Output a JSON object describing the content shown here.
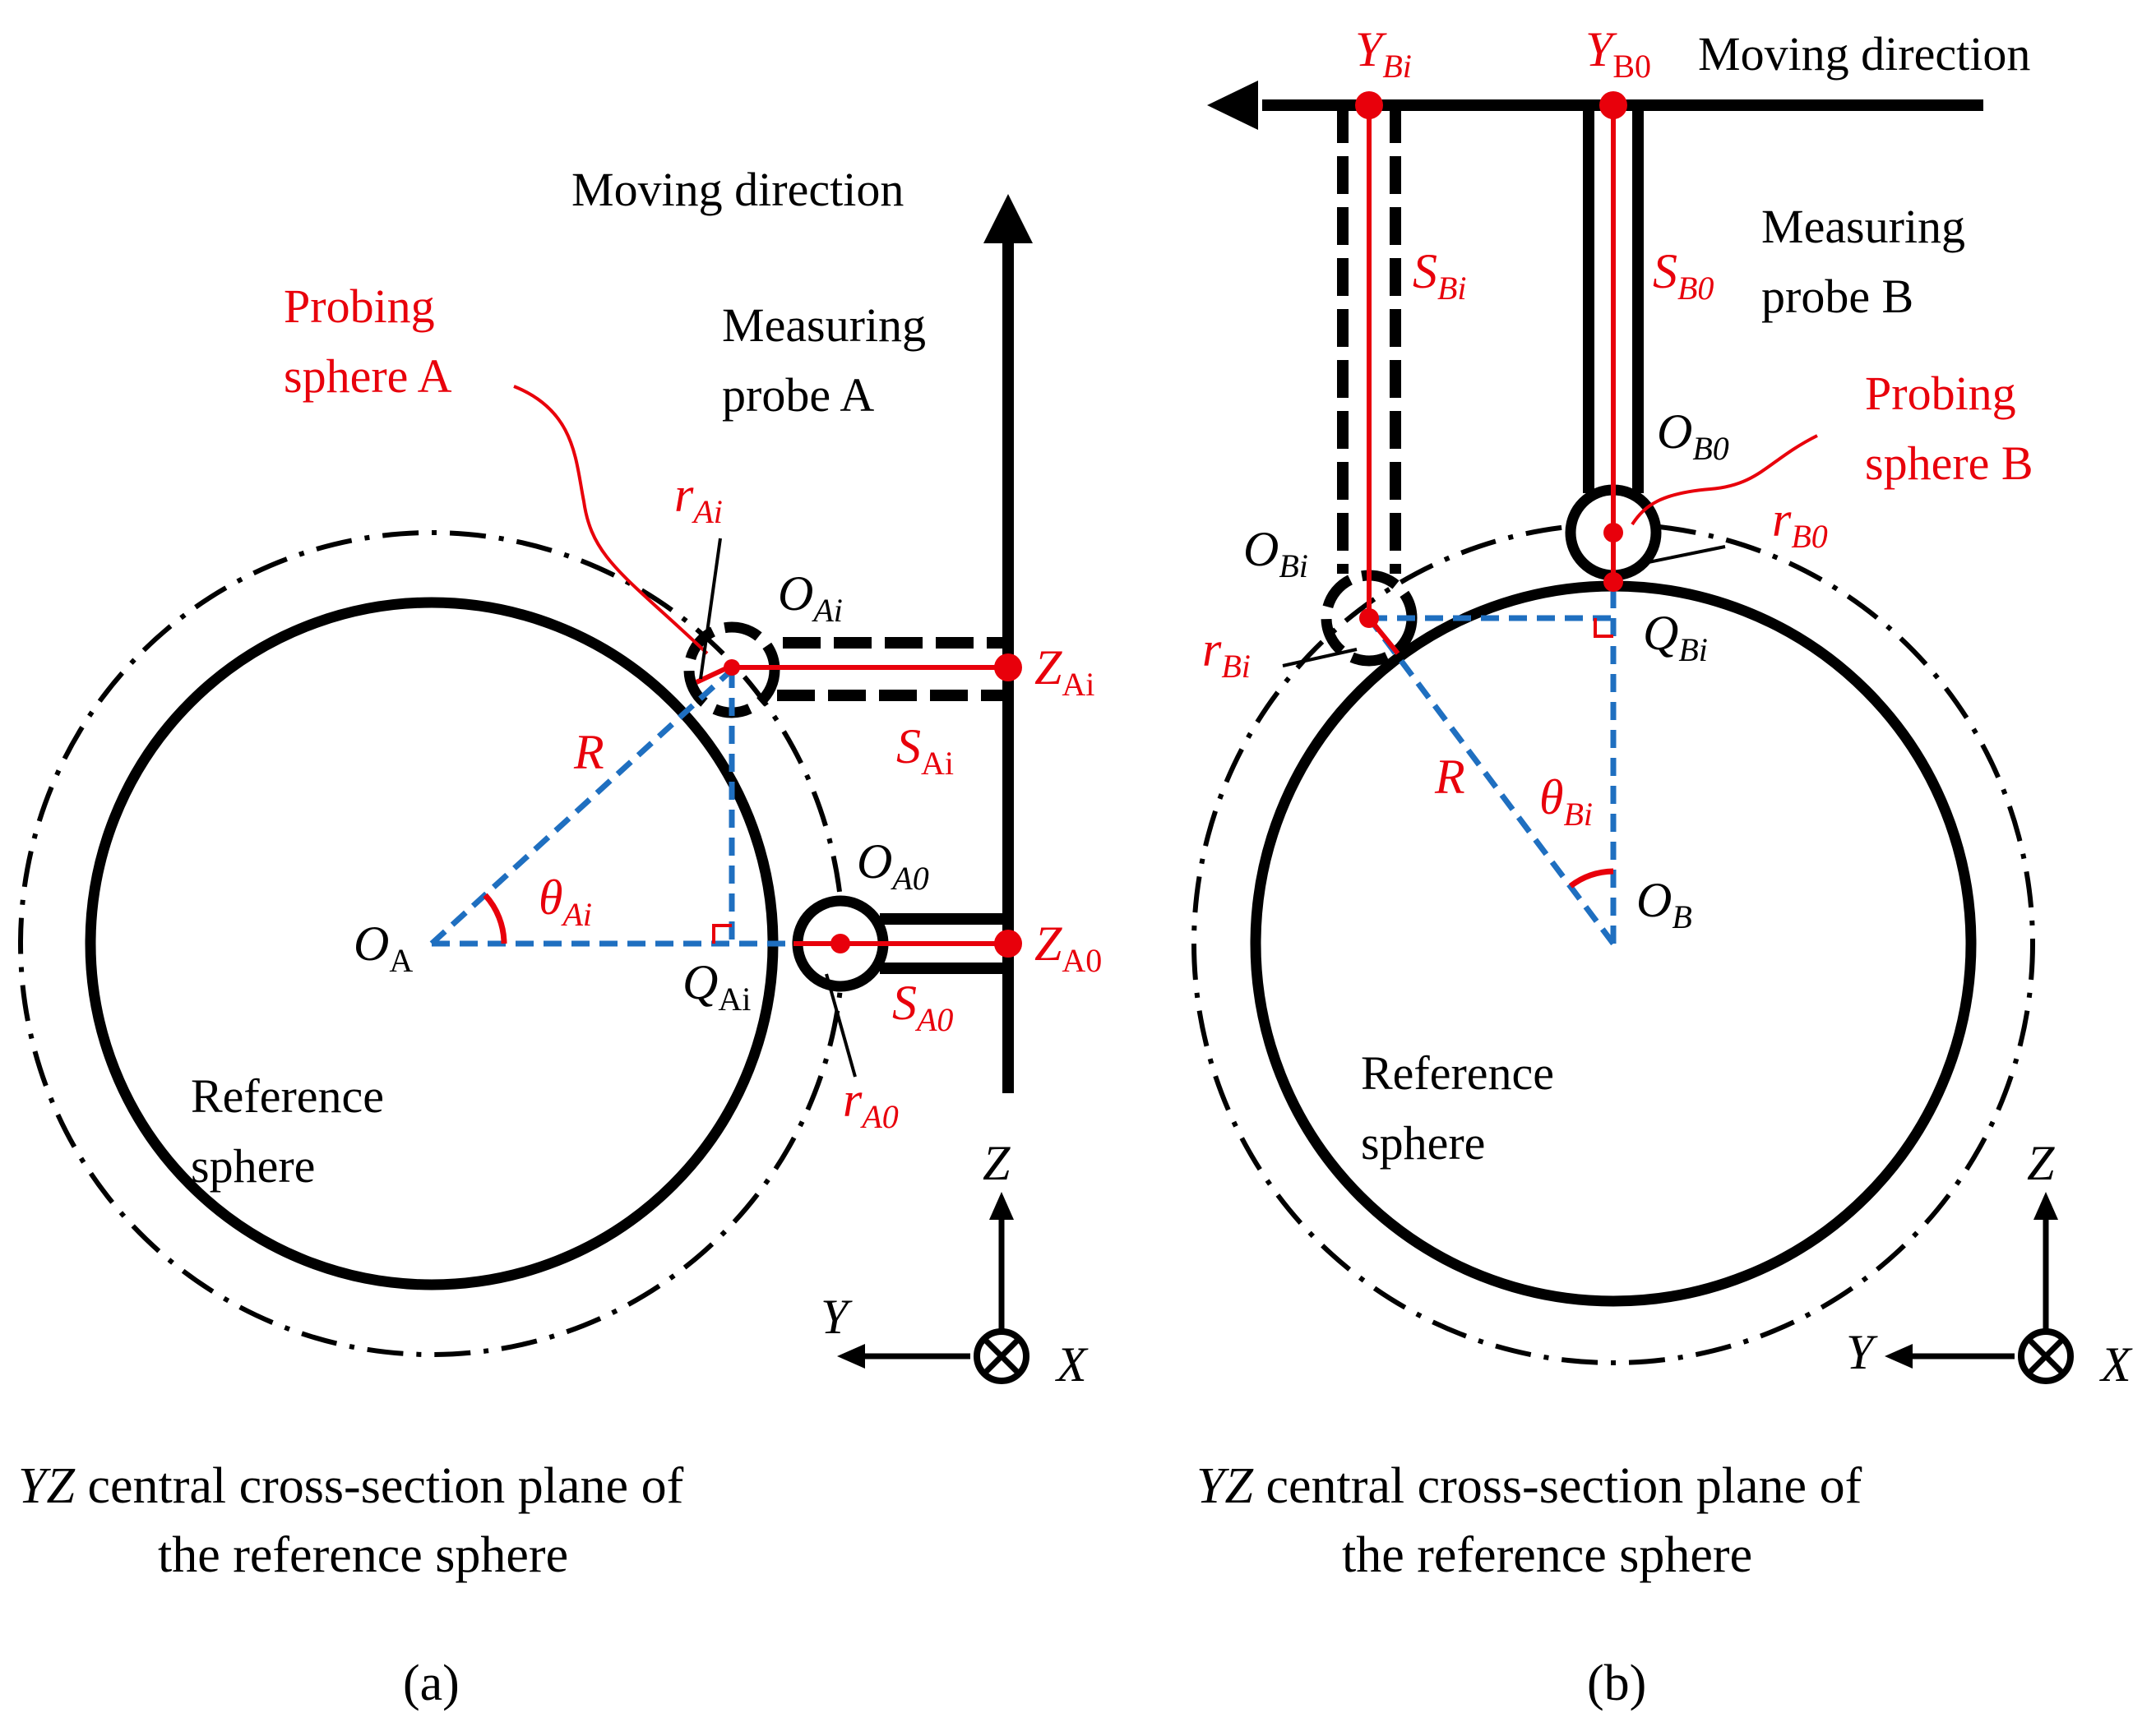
{
  "panel_a": {
    "moving_direction": "Moving direction",
    "probe_label_1": "Measuring",
    "probe_label_2": "probe A",
    "sphere_label_1": "Probing",
    "sphere_label_2": "sphere A",
    "ref_label_1": "Reference",
    "ref_label_2": "sphere",
    "sym": {
      "r_Ai": {
        "main": "r",
        "sub": "Ai"
      },
      "O_Ai": {
        "main": "O",
        "sub": "Ai"
      },
      "Z_Ai": {
        "main": "Z",
        "sub": "Ai"
      },
      "S_Ai": {
        "main": "S",
        "sub": "Ai"
      },
      "R": "R",
      "theta_Ai": {
        "main": "θ",
        "sub": "Ai"
      },
      "O_A": {
        "main": "O",
        "sub": "A"
      },
      "Q_Ai": {
        "main": "Q",
        "sub": "Ai"
      },
      "O_A0": {
        "main": "O",
        "sub": "A0"
      },
      "Z_A0": {
        "main": "Z",
        "sub": "A0"
      },
      "S_A0": {
        "main": "S",
        "sub": "A0"
      },
      "r_A0": {
        "main": "r",
        "sub": "A0"
      }
    },
    "axes": {
      "z": "Z",
      "y": "Y",
      "x": "X"
    },
    "caption_italic": "YZ",
    "caption_line1": " central cross-section plane of",
    "caption_line2": "the reference sphere",
    "panel_tag": "(a)"
  },
  "panel_b": {
    "moving_direction": "Moving direction",
    "probe_label_1": "Measuring",
    "probe_label_2": "probe B",
    "sphere_label_1": "Probing",
    "sphere_label_2": "sphere B",
    "ref_label_1": "Reference",
    "ref_label_2": "sphere",
    "sym": {
      "Y_Bi": {
        "main": "Y",
        "sub": "Bi"
      },
      "Y_B0": {
        "main": "Y",
        "sub": "B0"
      },
      "S_Bi": {
        "main": "S",
        "sub": "Bi"
      },
      "S_B0": {
        "main": "S",
        "sub": "B0"
      },
      "O_B0": {
        "main": "O",
        "sub": "B0"
      },
      "r_B0": {
        "main": "r",
        "sub": "B0"
      },
      "O_Bi": {
        "main": "O",
        "sub": "Bi"
      },
      "r_Bi": {
        "main": "r",
        "sub": "Bi"
      },
      "Q_Bi": {
        "main": "Q",
        "sub": "Bi"
      },
      "R": "R",
      "theta_Bi": {
        "main": "θ",
        "sub": "Bi"
      },
      "O_B": {
        "main": "O",
        "sub": "B"
      }
    },
    "axes": {
      "z": "Z",
      "y": "Y",
      "x": "X"
    },
    "caption_italic": "YZ",
    "caption_line1": " central cross-section plane of",
    "caption_line2": "the reference sphere",
    "panel_tag": "(b)"
  },
  "colors": {
    "black": "#000000",
    "red": "#e8000b",
    "blue": "#1f6fc0"
  }
}
